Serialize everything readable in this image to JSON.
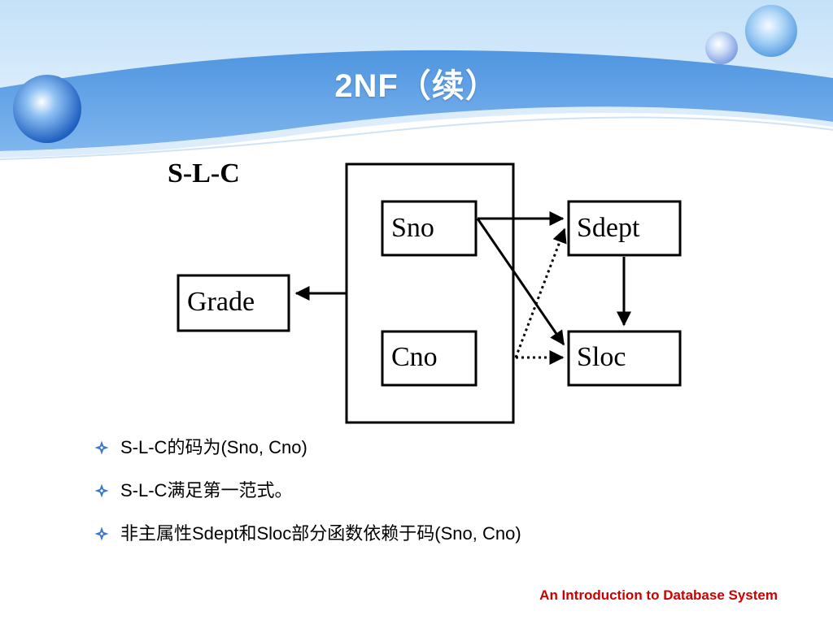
{
  "slide": {
    "title": "2NF（续）"
  },
  "diagram": {
    "title": "S-L-C",
    "nodes": {
      "grade": "Grade",
      "sno": "Sno",
      "cno": "Cno",
      "sdept": "Sdept",
      "sloc": "Sloc"
    }
  },
  "bullets": [
    "S-L-C的码为(Sno, Cno)",
    "S-L-C满足第一范式。",
    "非主属性Sdept和Sloc部分函数依赖于码(Sno, Cno)"
  ],
  "footer": {
    "text": "An Introduction to Database System"
  },
  "colors": {
    "header_blue": "#6aa6e6",
    "bullet_blue": "#3a78c8",
    "footer_red": "#cc0000"
  }
}
